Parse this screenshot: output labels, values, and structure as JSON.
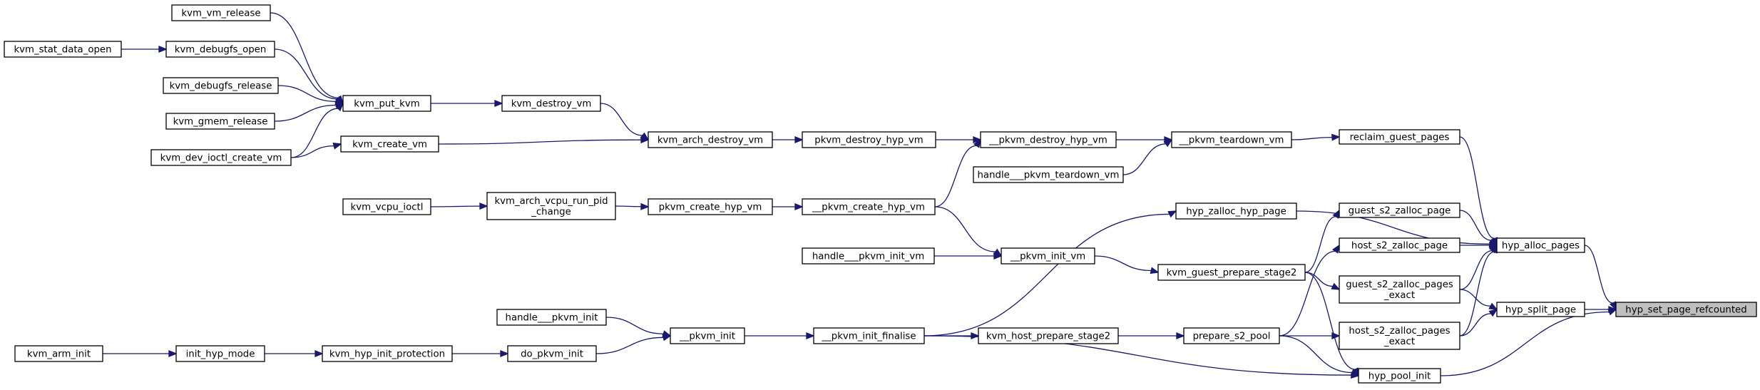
{
  "graph": {
    "root": "hyp_set_page_refcounted",
    "nodes": {
      "hyp_set_page_refcounted": [
        "hyp_set_page_refcounted"
      ],
      "hyp_alloc_pages": [
        "hyp_alloc_pages"
      ],
      "hyp_split_page": [
        "hyp_split_page"
      ],
      "hyp_pool_init": [
        "hyp_pool_init"
      ],
      "reclaim_guest_pages": [
        "reclaim_guest_pages"
      ],
      "guest_s2_zalloc_page": [
        "guest_s2_zalloc_page"
      ],
      "host_s2_zalloc_page": [
        "host_s2_zalloc_page"
      ],
      "guest_s2_zalloc_pages_exact": [
        "guest_s2_zalloc_pages",
        "_exact"
      ],
      "host_s2_zalloc_pages_exact": [
        "host_s2_zalloc_pages",
        "_exact"
      ],
      "hyp_zalloc_hyp_page": [
        "hyp_zalloc_hyp_page"
      ],
      "pkvm_teardown_vm": [
        "__pkvm_teardown_vm"
      ],
      "handle_pkvm_teardown_vm": [
        "handle___pkvm_teardown_vm"
      ],
      "kvm_guest_prepare_stage2": [
        "kvm_guest_prepare_stage2"
      ],
      "prepare_s2_pool": [
        "prepare_s2_pool"
      ],
      "pkvm_destroy_hyp_vm_inner": [
        "__pkvm_destroy_hyp_vm"
      ],
      "pkvm_init_vm": [
        "__pkvm_init_vm"
      ],
      "kvm_host_prepare_stage2": [
        "kvm_host_prepare_stage2"
      ],
      "pkvm_destroy_hyp_vm": [
        "pkvm_destroy_hyp_vm"
      ],
      "pkvm_create_hyp_vm_inner": [
        "__pkvm_create_hyp_vm"
      ],
      "handle_pkvm_init_vm": [
        "handle___pkvm_init_vm"
      ],
      "pkvm_init_finalise": [
        "__pkvm_init_finalise"
      ],
      "kvm_arch_destroy_vm": [
        "kvm_arch_destroy_vm"
      ],
      "pkvm_create_hyp_vm": [
        "pkvm_create_hyp_vm"
      ],
      "pkvm_init": [
        "__pkvm_init"
      ],
      "kvm_destroy_vm": [
        "kvm_destroy_vm"
      ],
      "kvm_create_vm": [
        "kvm_create_vm"
      ],
      "kvm_arch_vcpu_run_pid_change": [
        "kvm_arch_vcpu_run_pid",
        "_change"
      ],
      "handle_pkvm_init": [
        "handle___pkvm_init"
      ],
      "do_pkvm_init": [
        "do_pkvm_init"
      ],
      "kvm_put_kvm": [
        "kvm_put_kvm"
      ],
      "kvm_dev_ioctl_create_vm": [
        "kvm_dev_ioctl_create_vm"
      ],
      "kvm_vcpu_ioctl": [
        "kvm_vcpu_ioctl"
      ],
      "kvm_hyp_init_protection": [
        "kvm_hyp_init_protection"
      ],
      "kvm_vm_release": [
        "kvm_vm_release"
      ],
      "kvm_debugfs_open": [
        "kvm_debugfs_open"
      ],
      "kvm_debugfs_release": [
        "kvm_debugfs_release"
      ],
      "kvm_gmem_release": [
        "kvm_gmem_release"
      ],
      "kvm_stat_data_open": [
        "kvm_stat_data_open"
      ],
      "init_hyp_mode": [
        "init_hyp_mode"
      ],
      "kvm_arm_init": [
        "kvm_arm_init"
      ]
    },
    "edges": [
      [
        "hyp_alloc_pages",
        "hyp_set_page_refcounted"
      ],
      [
        "hyp_split_page",
        "hyp_set_page_refcounted"
      ],
      [
        "hyp_pool_init",
        "hyp_set_page_refcounted"
      ],
      [
        "reclaim_guest_pages",
        "hyp_alloc_pages"
      ],
      [
        "guest_s2_zalloc_page",
        "hyp_alloc_pages"
      ],
      [
        "host_s2_zalloc_page",
        "hyp_alloc_pages"
      ],
      [
        "guest_s2_zalloc_pages_exact",
        "hyp_alloc_pages"
      ],
      [
        "host_s2_zalloc_pages_exact",
        "hyp_alloc_pages"
      ],
      [
        "hyp_zalloc_hyp_page",
        "hyp_alloc_pages"
      ],
      [
        "guest_s2_zalloc_pages_exact",
        "hyp_split_page"
      ],
      [
        "host_s2_zalloc_pages_exact",
        "hyp_split_page"
      ],
      [
        "pkvm_teardown_vm",
        "reclaim_guest_pages"
      ],
      [
        "kvm_guest_prepare_stage2",
        "guest_s2_zalloc_page"
      ],
      [
        "prepare_s2_pool",
        "host_s2_zalloc_page"
      ],
      [
        "kvm_guest_prepare_stage2",
        "guest_s2_zalloc_pages_exact"
      ],
      [
        "prepare_s2_pool",
        "host_s2_zalloc_pages_exact"
      ],
      [
        "pkvm_init_finalise",
        "hyp_zalloc_hyp_page"
      ],
      [
        "kvm_guest_prepare_stage2",
        "hyp_pool_init"
      ],
      [
        "prepare_s2_pool",
        "hyp_pool_init"
      ],
      [
        "pkvm_init_finalise",
        "hyp_pool_init"
      ],
      [
        "pkvm_destroy_hyp_vm_inner",
        "pkvm_teardown_vm"
      ],
      [
        "handle_pkvm_teardown_vm",
        "pkvm_teardown_vm"
      ],
      [
        "pkvm_init_vm",
        "kvm_guest_prepare_stage2"
      ],
      [
        "kvm_host_prepare_stage2",
        "prepare_s2_pool"
      ],
      [
        "pkvm_destroy_hyp_vm",
        "pkvm_destroy_hyp_vm_inner"
      ],
      [
        "pkvm_create_hyp_vm_inner",
        "pkvm_destroy_hyp_vm_inner"
      ],
      [
        "pkvm_create_hyp_vm_inner",
        "pkvm_init_vm"
      ],
      [
        "handle_pkvm_init_vm",
        "pkvm_init_vm"
      ],
      [
        "pkvm_init_finalise",
        "kvm_host_prepare_stage2"
      ],
      [
        "kvm_arch_destroy_vm",
        "pkvm_destroy_hyp_vm"
      ],
      [
        "pkvm_create_hyp_vm",
        "pkvm_create_hyp_vm_inner"
      ],
      [
        "pkvm_init",
        "pkvm_init_finalise"
      ],
      [
        "kvm_destroy_vm",
        "kvm_arch_destroy_vm"
      ],
      [
        "kvm_create_vm",
        "kvm_arch_destroy_vm"
      ],
      [
        "kvm_arch_vcpu_run_pid_change",
        "pkvm_create_hyp_vm"
      ],
      [
        "handle_pkvm_init",
        "pkvm_init"
      ],
      [
        "do_pkvm_init",
        "pkvm_init"
      ],
      [
        "kvm_put_kvm",
        "kvm_destroy_vm"
      ],
      [
        "kvm_dev_ioctl_create_vm",
        "kvm_create_vm"
      ],
      [
        "kvm_vcpu_ioctl",
        "kvm_arch_vcpu_run_pid_change"
      ],
      [
        "kvm_hyp_init_protection",
        "do_pkvm_init"
      ],
      [
        "kvm_vm_release",
        "kvm_put_kvm"
      ],
      [
        "kvm_debugfs_open",
        "kvm_put_kvm"
      ],
      [
        "kvm_debugfs_release",
        "kvm_put_kvm"
      ],
      [
        "kvm_gmem_release",
        "kvm_put_kvm"
      ],
      [
        "kvm_dev_ioctl_create_vm",
        "kvm_put_kvm"
      ],
      [
        "kvm_stat_data_open",
        "kvm_debugfs_open"
      ],
      [
        "init_hyp_mode",
        "kvm_hyp_init_protection"
      ],
      [
        "kvm_arm_init",
        "init_hyp_mode"
      ]
    ]
  },
  "colors": {
    "edge": "#191970",
    "node_border": "#000000",
    "root_fill": "#bfbfbf",
    "node_fill": "#ffffff"
  }
}
